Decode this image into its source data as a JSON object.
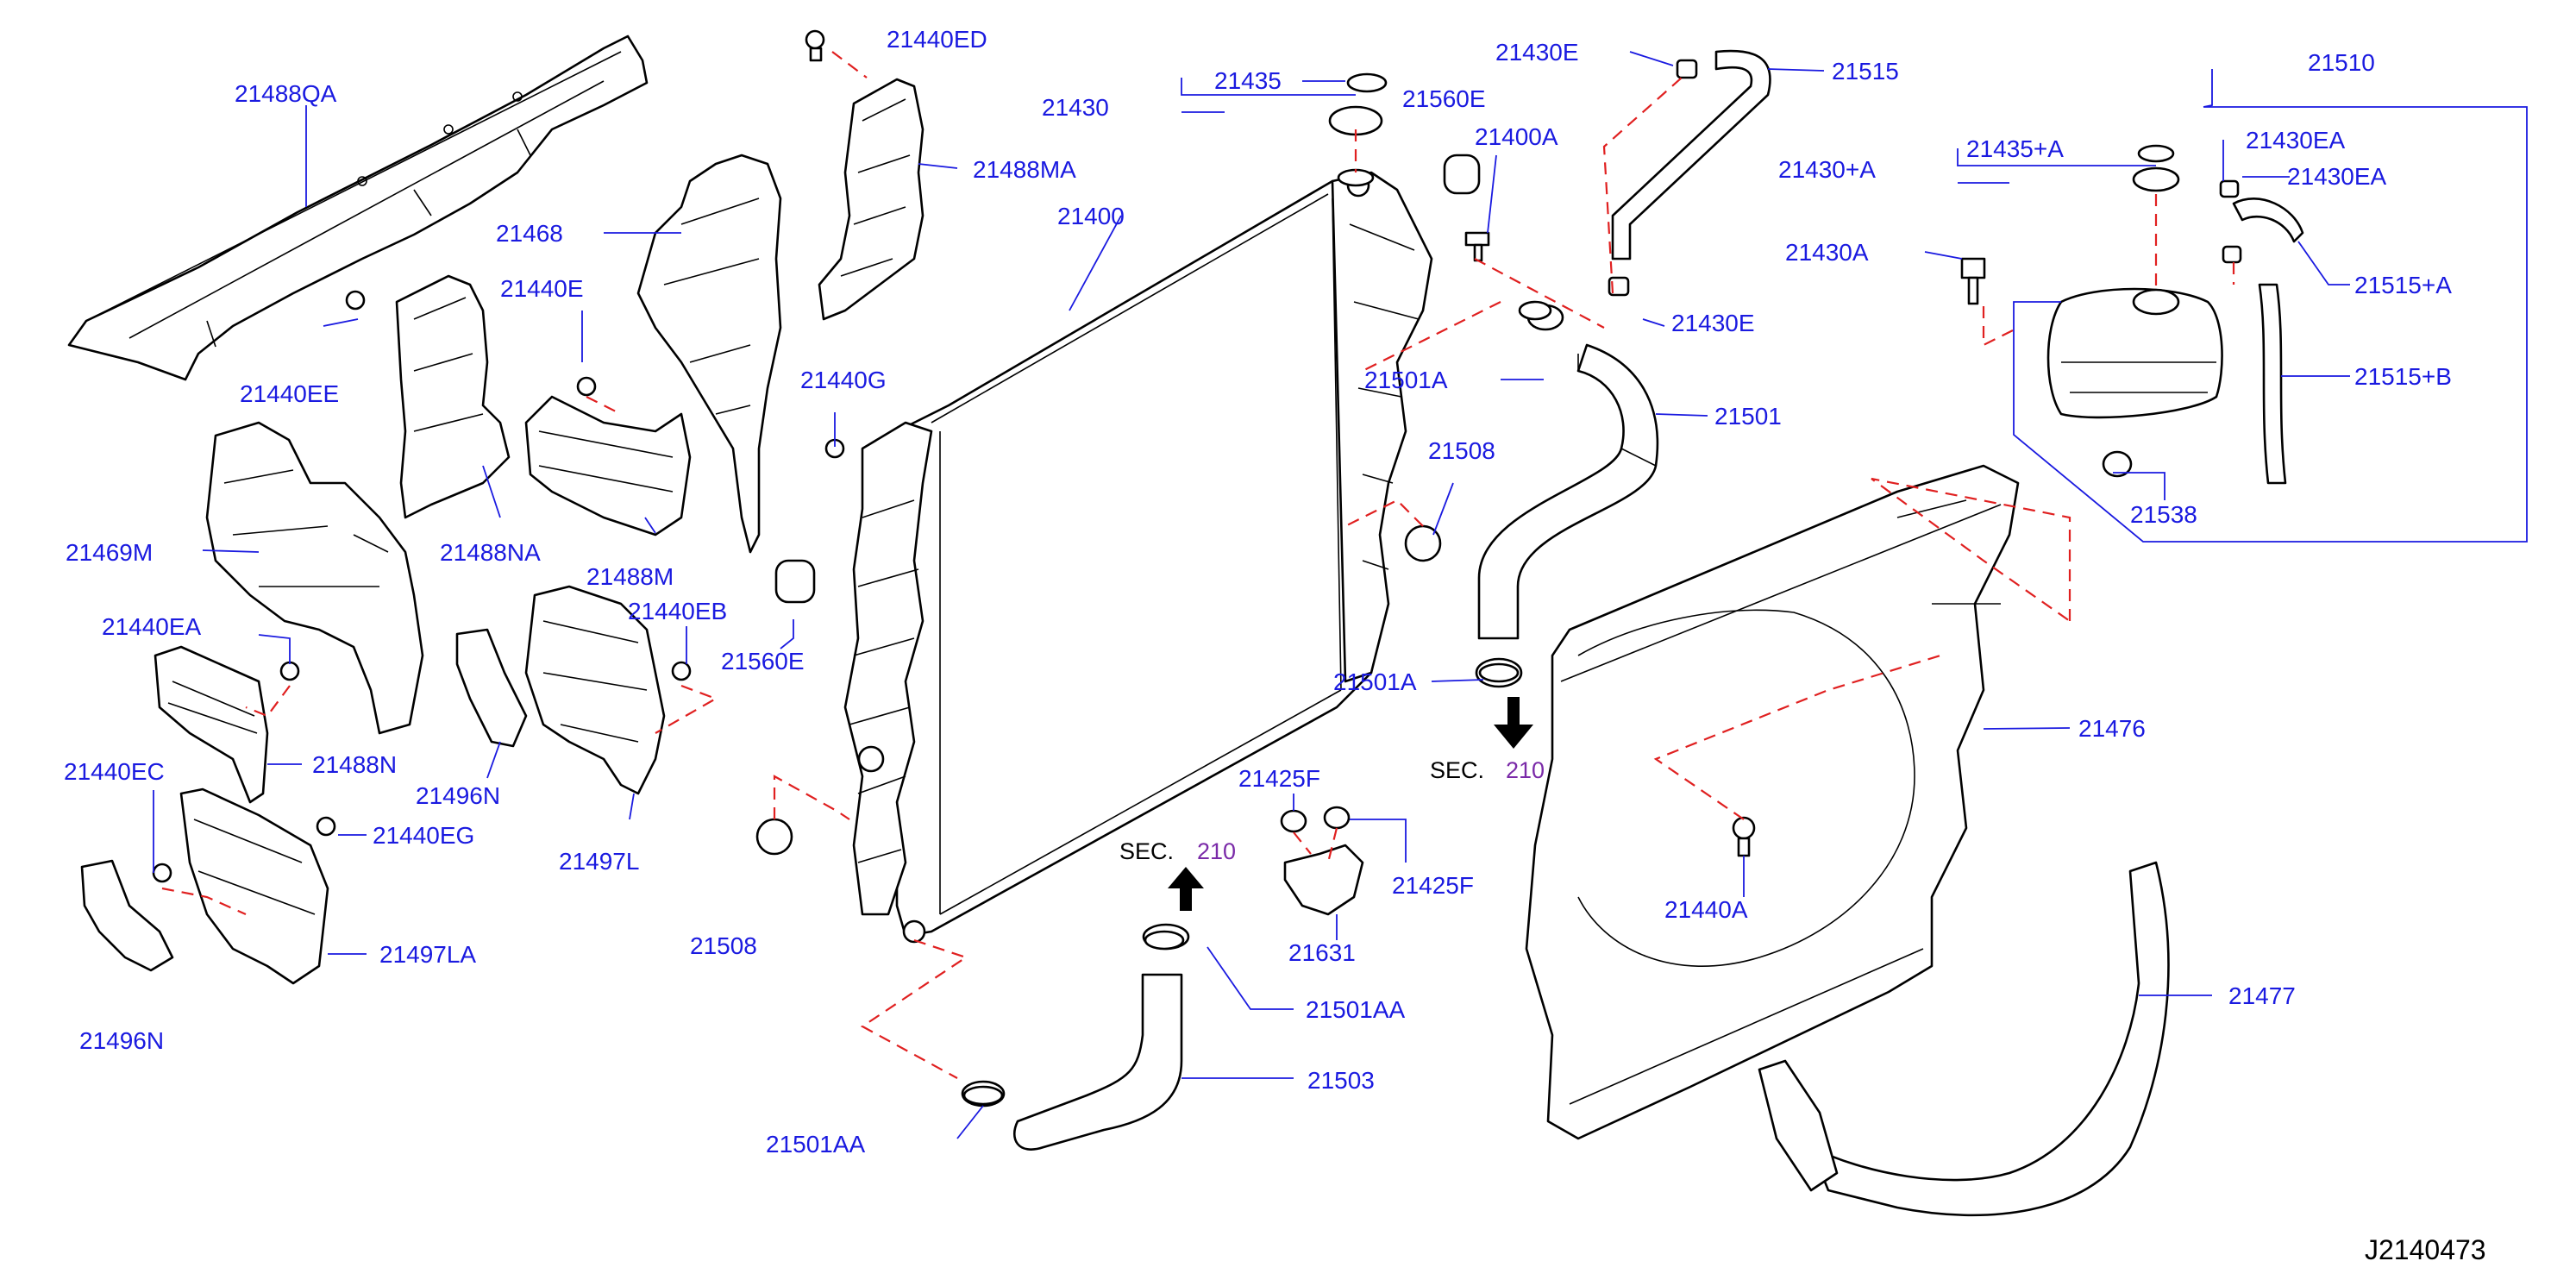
{
  "diagram_code": "J2140473",
  "colors": {
    "label": "#1a1ae0",
    "leader": "#1a1ae0",
    "assembly_line": "#e02020",
    "section_number": "#7a2aa8",
    "outline": "#000000"
  },
  "labels": {
    "p21488QA": "21488QA",
    "p21440ED": "21440ED",
    "p21488MA": "21488MA",
    "p21430": "21430",
    "p21435": "21435",
    "p21560E_top": "21560E",
    "p21400A": "21400A",
    "p21430E_top": "21430E",
    "p21515": "21515",
    "p21510": "21510",
    "p21430EA_1": "21430EA",
    "p21430EA_2": "21430EA",
    "p21435A": "21435+A",
    "p21430pA": "21430+A",
    "p21430A": "21430A",
    "p21515A": "21515+A",
    "p21515B": "21515+B",
    "p21538": "21538",
    "p21468": "21468",
    "p21400": "21400",
    "p21430E_mid": "21430E",
    "p21501A_top": "21501A",
    "p21501": "21501",
    "p21440E": "21440E",
    "p21440EE": "21440EE",
    "p21440G": "21440G",
    "p21508_right": "21508",
    "p21469M": "21469M",
    "p21488NA": "21488NA",
    "p21488M": "21488M",
    "p21440EA": "21440EA",
    "p21440EB": "21440EB",
    "p21560E_mid": "21560E",
    "p21501A_bot": "21501A",
    "p21476": "21476",
    "p21488N": "21488N",
    "p21496N_mid": "21496N",
    "p21440EC": "21440EC",
    "p21440EG": "21440EG",
    "p21497L": "21497L",
    "p21425F_1": "21425F",
    "p21425F_2": "21425F",
    "p21508_left": "21508",
    "p21440A": "21440A",
    "p21631": "21631",
    "p21497LA": "21497LA",
    "p21496N_bot": "21496N",
    "p21501AA_mid": "21501AA",
    "p21477": "21477",
    "p21503": "21503",
    "p21501AA_bot": "21501AA"
  },
  "section_refs": [
    {
      "prefix": "SEC.",
      "number": "210"
    },
    {
      "prefix": "SEC.",
      "number": "210"
    }
  ]
}
